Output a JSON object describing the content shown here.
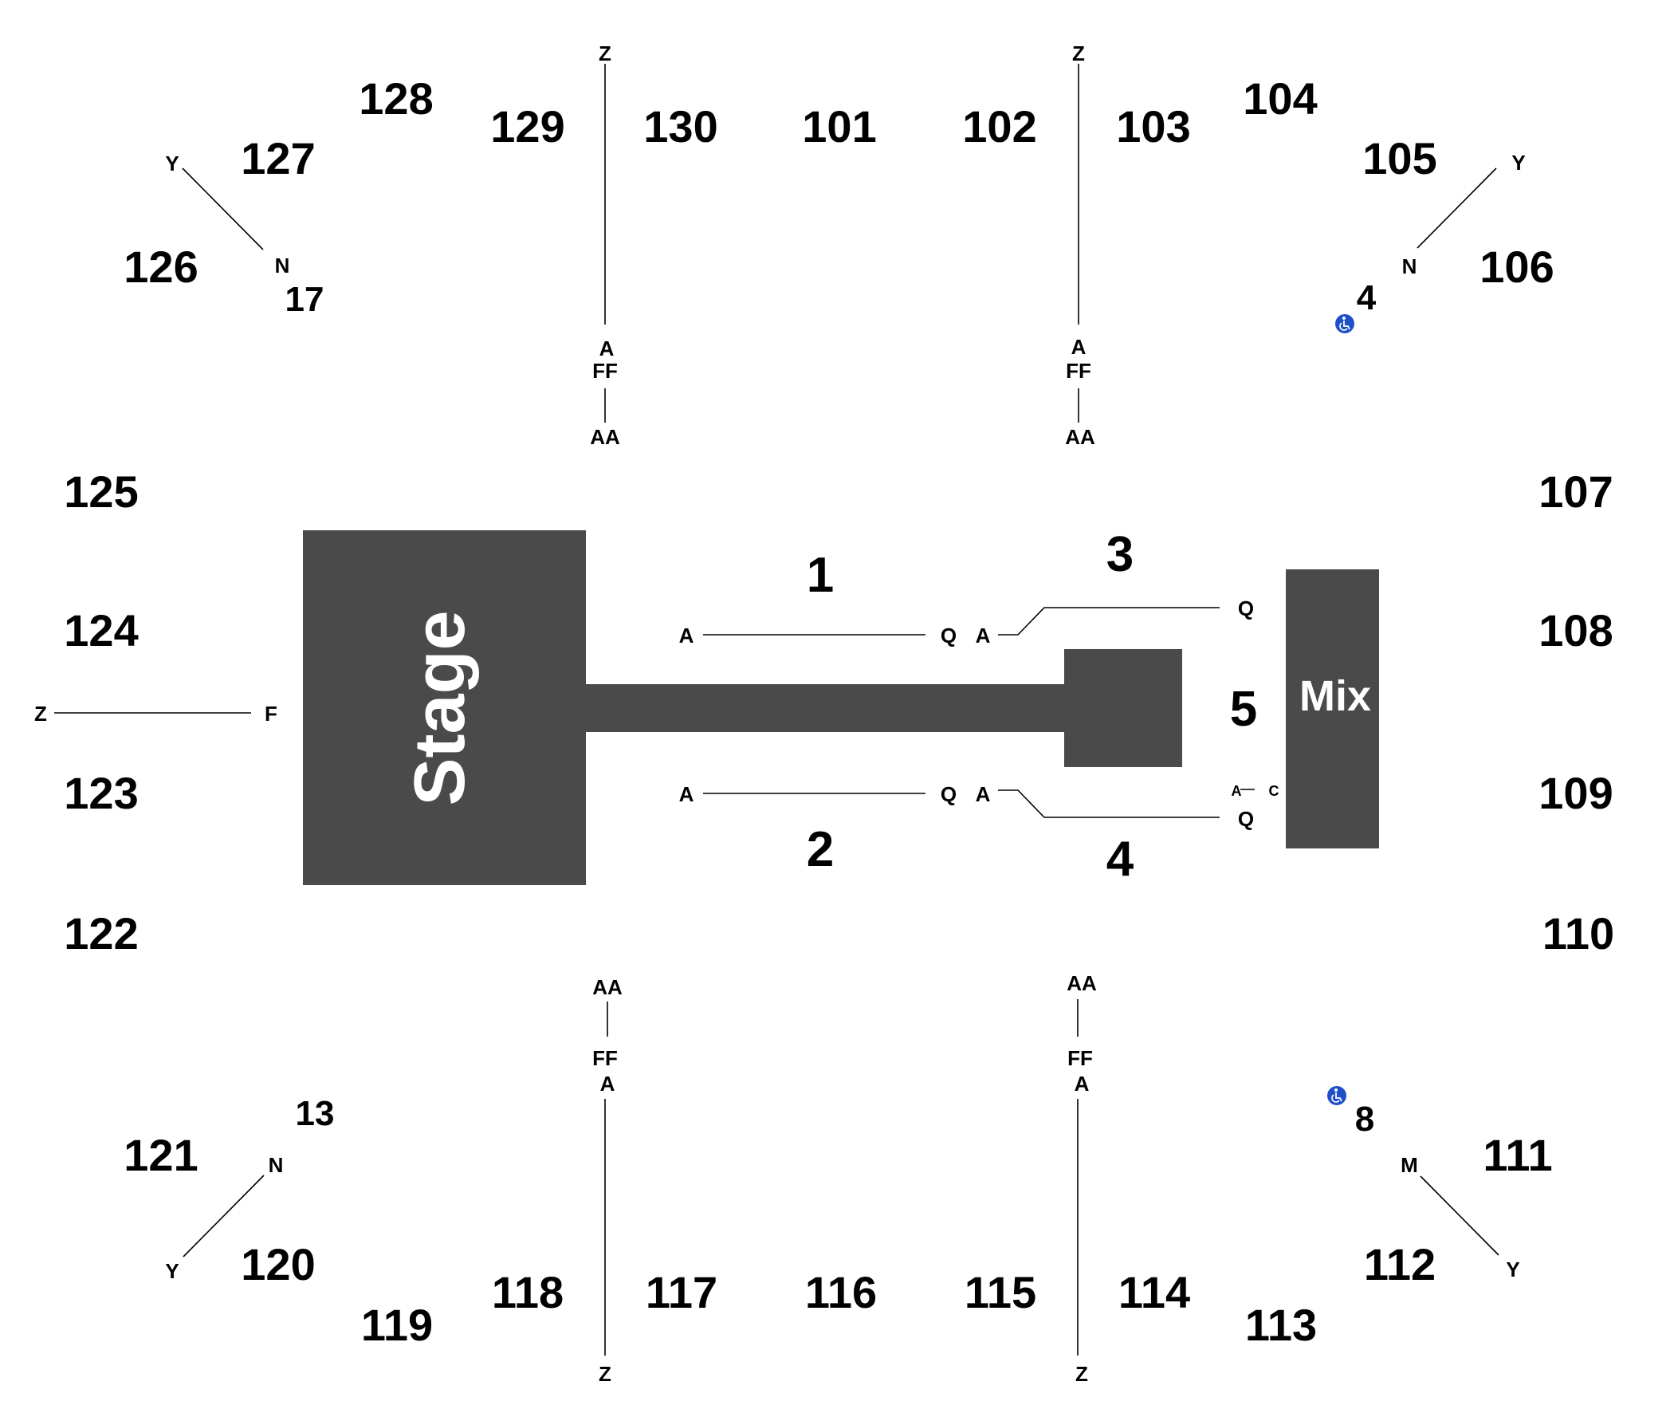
{
  "stage": {
    "label": "Stage",
    "mix_label": "Mix",
    "color": "#4a4a4a"
  },
  "sections": {
    "upper": [
      "128",
      "129",
      "130",
      "101",
      "102",
      "103",
      "104",
      "127",
      "105",
      "126",
      "106",
      "125",
      "107",
      "124",
      "108",
      "123",
      "109",
      "122",
      "110",
      "121",
      "111",
      "120",
      "112",
      "119",
      "118",
      "117",
      "116",
      "115",
      "114",
      "113"
    ],
    "floor": [
      "1",
      "2",
      "3",
      "4",
      "5"
    ],
    "small": [
      "17",
      "4",
      "13",
      "8"
    ]
  },
  "rows": {
    "first_row": "A",
    "last_row_z": "Z",
    "ff": "FF",
    "aa": "AA",
    "y": "Y",
    "n": "N",
    "m": "M",
    "f": "F",
    "q": "Q",
    "c": "C"
  },
  "accessible": {
    "icon": "wheelchair-icon",
    "color": "#1f4fc8"
  }
}
